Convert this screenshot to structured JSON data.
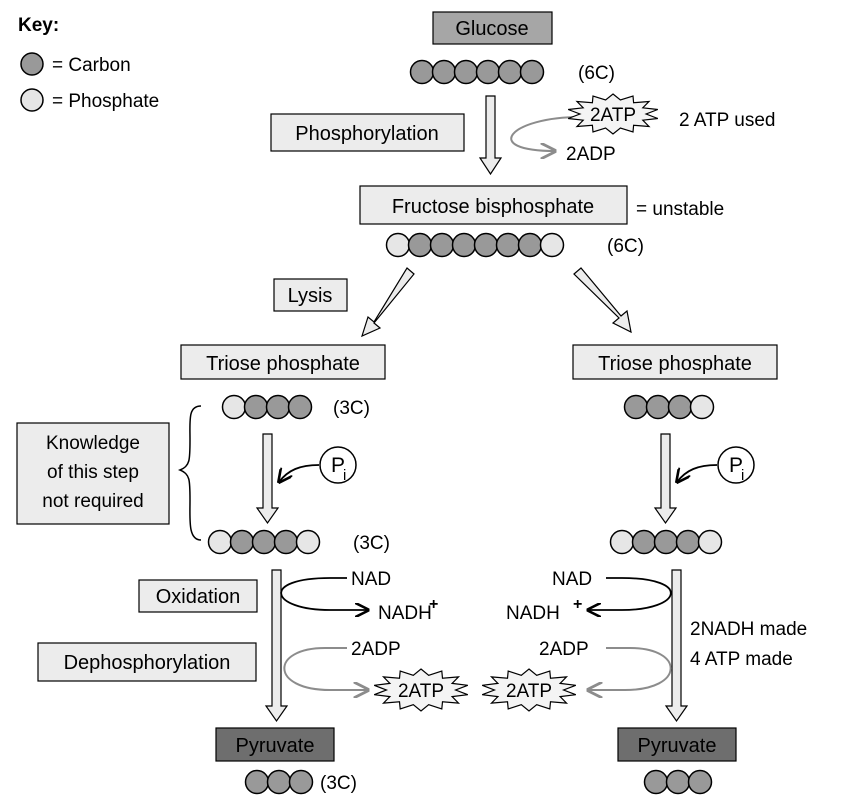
{
  "key": {
    "title": "Key:",
    "carbon_label": "= Carbon",
    "phosphate_label": "= Phosphate"
  },
  "colors": {
    "carbon": "#999999",
    "phosphate": "#e6e6e6",
    "glucose_box": "#a6a6a6",
    "label_box": "#ececec",
    "pyruvate_box": "#6e6e6e",
    "grey_arrow": "#8c8c8c"
  },
  "molecules": {
    "glucose": "Glucose",
    "fructose_bisphosphate": "Fructose bisphosphate",
    "triose_phosphate_left": "Triose phosphate",
    "triose_phosphate_right": "Triose phosphate",
    "pyruvate_left": "Pyruvate",
    "pyruvate_right": "Pyruvate"
  },
  "counts": {
    "six_c_a": "(6C)",
    "six_c_b": "(6C)",
    "three_c_a": "(3C)",
    "three_c_b": "(3C)",
    "three_c_c": "(3C)"
  },
  "steps": {
    "phosphorylation": "Phosphorylation",
    "lysis": "Lysis",
    "knowledge_l1": "Knowledge",
    "knowledge_l2": "of this step",
    "knowledge_l3": "not required",
    "oxidation": "Oxidation",
    "dephosphorylation": "Dephosphorylation"
  },
  "annotations": {
    "atp_used": "2 ATP used",
    "unstable": "= unstable",
    "nadh_made": "2NADH made",
    "atp_made": "4 ATP made"
  },
  "species": {
    "atp_top": "2ATP",
    "adp_top": "2ADP",
    "pi_p_left": "P",
    "pi_i_left": "i",
    "pi_p_right": "P",
    "pi_i_right": "i",
    "nad_left": "NAD",
    "nadh_left": "NADH",
    "nadh_plus_left": "+",
    "nad_right": "NAD",
    "nadh_right": "NADH",
    "nadh_plus_right": "+",
    "adp_left": "2ADP",
    "adp_right": "2ADP",
    "atp_bottom_left": "2ATP",
    "atp_bottom_right": "2ATP"
  }
}
